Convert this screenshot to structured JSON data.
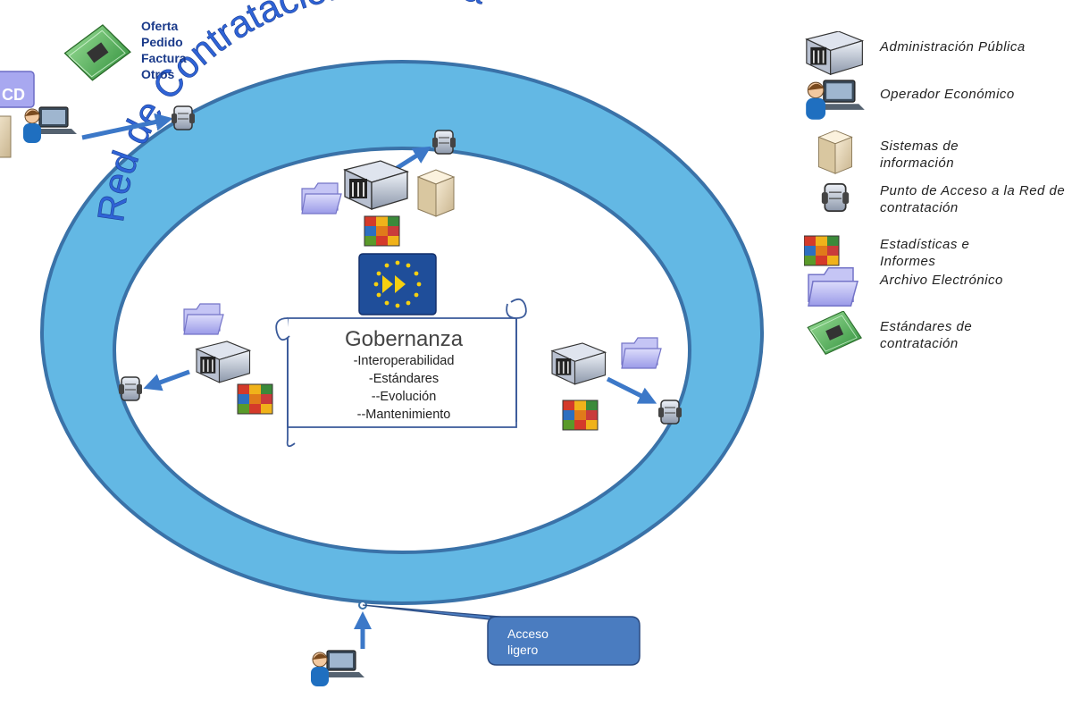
{
  "ring": {
    "title": "Red de Contratación Pública",
    "color_outer": "#3a72a8",
    "color_fill": "#63b8e4",
    "text_color": "#2f63d6"
  },
  "documents": {
    "lines": "Oferta\nPedido\nFactura\nOtros"
  },
  "governance": {
    "title": "Gobernanza",
    "items": [
      "-Interoperabilidad",
      "-Estándares",
      "--Evolución",
      "--Mantenimiento"
    ]
  },
  "callout": {
    "text": "Acceso\nligero",
    "color": "#4a7cc0"
  },
  "legend": [
    {
      "icon": "administration-icon",
      "label": "Administración Pública"
    },
    {
      "icon": "operator-icon",
      "label": "Operador Económico"
    },
    {
      "icon": "information-system-icon",
      "label": "Sistemas de\ninformación"
    },
    {
      "icon": "access-point-icon",
      "label": "Punto de Acceso a la Red de\ncontratación"
    },
    {
      "icon": "statistics-icon",
      "label": "Estadísticas e\nInformes"
    },
    {
      "icon": "electronic-archive-icon",
      "label": "Archivo Electrónico"
    },
    {
      "icon": "procurement-standards-icon",
      "label": "Estándares de\ncontratación"
    }
  ],
  "colors": {
    "arrow": "#3c78c8",
    "eu_blue": "#1f4e9a",
    "eu_yellow": "#f5d010"
  }
}
